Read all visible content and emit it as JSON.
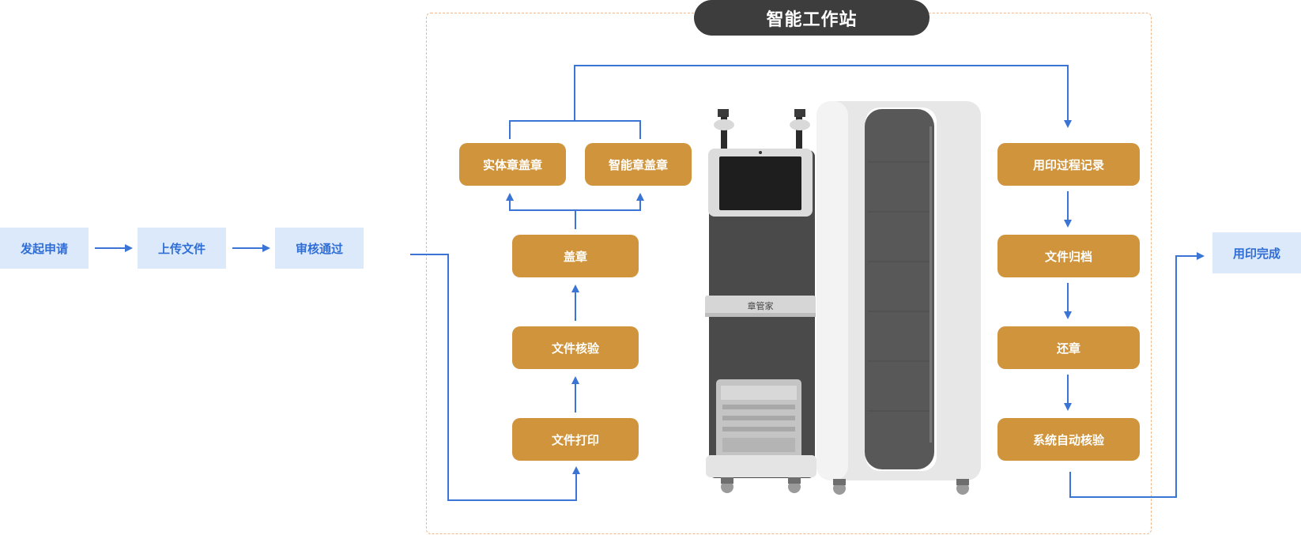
{
  "workstation": {
    "title": "智能工作站"
  },
  "left_flow": [
    {
      "label": "发起申请"
    },
    {
      "label": "上传文件"
    },
    {
      "label": "审核通过"
    }
  ],
  "center_flow": {
    "print": "文件打印",
    "verify": "文件核验",
    "stamp": "盖章",
    "physical_seal": "实体章盖章",
    "smart_seal": "智能章盖章"
  },
  "right_flow": [
    {
      "label": "用印过程记录"
    },
    {
      "label": "文件归档"
    },
    {
      "label": "还章"
    },
    {
      "label": "系统自动核验"
    }
  ],
  "final": {
    "label": "用印完成"
  },
  "machine": {
    "brand_label": "章管家"
  },
  "colors": {
    "arrow": "#3a74d4",
    "gold_box": "#d0953c",
    "light_box": "#dce9fb",
    "light_text": "#2f6ed6"
  }
}
